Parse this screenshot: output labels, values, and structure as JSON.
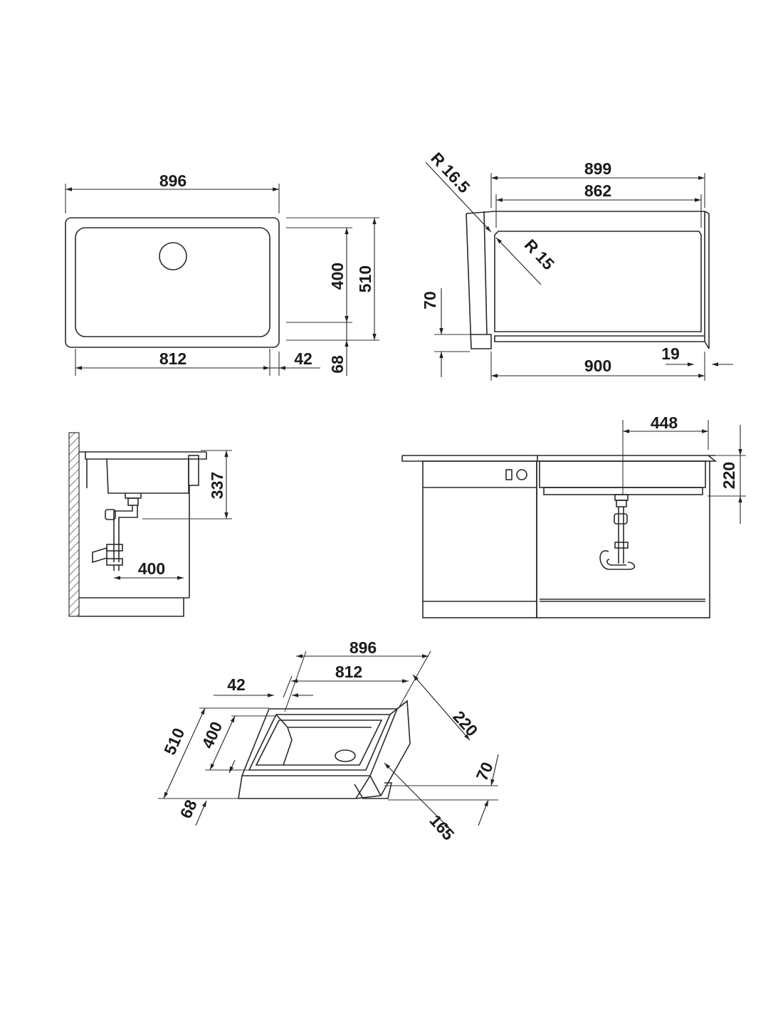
{
  "views": {
    "top": {
      "width_896": "896",
      "bowl_812": "812",
      "rim_42": "42",
      "bowl_400": "400",
      "depth_510": "510",
      "front_68": "68"
    },
    "front": {
      "radius_outer": "R 16.5",
      "width_899": "899",
      "width_862": "862",
      "radius_inner": "R 15",
      "height_70": "70",
      "cabinet_900": "900",
      "offset_19": "19"
    },
    "side": {
      "height_337": "337",
      "drain_400": "400"
    },
    "installed": {
      "offset_448": "448",
      "height_220": "220"
    },
    "iso": {
      "width_896": "896",
      "bowl_812": "812",
      "rim_42": "42",
      "depth_510": "510",
      "bowl_400": "400",
      "front_68": "68",
      "height_220": "220",
      "apron_70": "70",
      "setback_165": "165"
    }
  }
}
